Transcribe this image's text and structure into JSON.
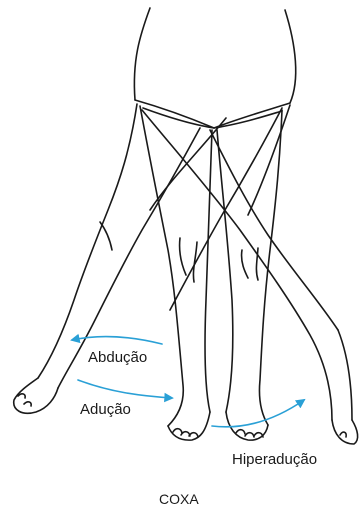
{
  "labels": {
    "abduction": "Abdução",
    "adduction": "Adução",
    "hyperadduction": "Hiperadução"
  },
  "caption": "COXA",
  "colors": {
    "line": "#1a1a1a",
    "arrow": "#2aa0d6"
  }
}
